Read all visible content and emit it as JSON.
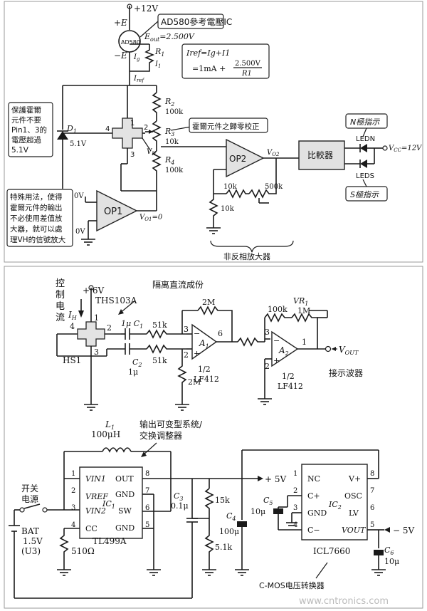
{
  "panel1": {
    "supply_top": "+12V",
    "plus_e": "+E",
    "minus_e": "−E",
    "ic_name": "AD580",
    "ic_callout": "AD580參考電壓IC",
    "eout": "E",
    "eout_sub": "out",
    "eout_val": "=2.500V",
    "ig": "I",
    "ig_sub": "g",
    "i1": "I",
    "i1_sub": "1",
    "iref": "I",
    "iref_sub": "ref",
    "formula_l1": "Iref=Ig+I1",
    "formula_l2a": "=1mA +",
    "formula_num": "2.500V",
    "formula_den": "R1",
    "r1": "R",
    "r1_sub": "1",
    "r2": "R",
    "r2_sub": "2",
    "r2_val": "100k",
    "r3": "R",
    "r3_sub": "3",
    "r3_val": "10k",
    "r4": "R",
    "r4_sub": "4",
    "r4_val": "100k",
    "pin1": "1",
    "pin2": "2",
    "pin3": "3",
    "pin4": "4",
    "d1": "D",
    "d1_sub": "1",
    "d1_val": "5.1V",
    "zener_note": [
      "保護霍爾",
      "元件不要",
      "Pin1、3的",
      "電壓超過",
      "5.1V"
    ],
    "hall_zero": "霍爾元件之歸零校正",
    "vh": "V",
    "vh_sub": "H",
    "op2": "OP2",
    "vo2": "V",
    "vo2_sub": "O2",
    "comparator": "比較器",
    "n_pole": "N極指示",
    "s_pole": "S極指示",
    "ledn": "LEDN",
    "leds": "LEDS",
    "vcc": "V",
    "vcc_sub": "CC",
    "vcc_val": "=12V",
    "r_10k_a": "10k",
    "r_500k": "500k",
    "r_10k_b": "10k",
    "noninv_amp": "非反相放大器",
    "op1": "OP1",
    "zero_v_a": "0V",
    "zero_v_b": "0V",
    "vo1": "V",
    "vo1_sub": "O1",
    "vo1_val": "=0",
    "special_note": [
      "特殊用法，使得",
      "霍爾元件的輸出",
      "不必使用差值放",
      "大器，就可以處",
      "理VH的信號放大"
    ]
  },
  "panel2": {
    "control_current": [
      "控",
      "制",
      "电",
      "流"
    ],
    "ih": "I",
    "ih_sub": "H",
    "plus6v": "+ 6V",
    "ths": "THS103A",
    "isolate": "隔离直流成份",
    "hs1": "HS1",
    "c1": "1μ C",
    "c1_sub": "1",
    "c2": "C",
    "c2_sub": "2",
    "c2_val": "1μ",
    "r51k_a": "51k",
    "r51k_b": "51k",
    "r2m_a": "2M",
    "r2m_b": "2M",
    "a1": "A",
    "a1_sub": "1",
    "half1": "1/2",
    "lf1": "LF412",
    "r100k": "100k",
    "vr1": "VR",
    "vr1_sub": "1",
    "vr1_val": "1M",
    "a2": "A",
    "a2_sub": "2",
    "half2": "1/2",
    "lf2": "LF412",
    "vout": "V",
    "vout_sub": "OUT",
    "scope": "接示波器",
    "pins": [
      "4",
      "1",
      "2",
      "3",
      "3",
      "2",
      "6",
      "3",
      "2",
      "1"
    ]
  },
  "panel3": {
    "l1": "L",
    "l1_sub": "1",
    "l1_val": "100μH",
    "switcher": [
      "输出可变型系统/",
      "交换调整器"
    ],
    "switch_label": [
      "开关",
      "电源"
    ],
    "bat": "BAT",
    "bat_v": "1.5V",
    "bat_u": "(U3)",
    "ic1_pins_l": [
      "VIN1",
      "VREF",
      "VIN2",
      "CC"
    ],
    "ic1_pins_r": [
      "OUT",
      "GND",
      "SW",
      "GND"
    ],
    "ic1_nums_l": [
      "1",
      "2",
      "3",
      "4"
    ],
    "ic1_nums_r": [
      "8",
      "7",
      "6",
      "5"
    ],
    "ic1": "IC",
    "ic1_sub": "1",
    "r510": "510Ω",
    "tl": "TL499A",
    "c3": "C",
    "c3_sub": "3",
    "c3_val": "0.1μ",
    "r15k": "15k",
    "r51k": "5.1k",
    "c4": "C",
    "c4_sub": "4",
    "c4_val": "100μ",
    "plus5v": "+ 5V",
    "c5": "C",
    "c5_sub": "5",
    "c5_val": "10μ",
    "ic2_pins_l": [
      "NC",
      "C+",
      "GND",
      "C−"
    ],
    "ic2_pins_r": [
      "V+",
      "OSC",
      "LV",
      "VOUT"
    ],
    "ic2_nums_l": [
      "1",
      "2",
      "3",
      "4"
    ],
    "ic2_nums_r": [
      "8",
      "7",
      "6",
      "5"
    ],
    "ic2": "IC",
    "ic2_sub": "2",
    "minus5v": "− 5V",
    "c6": "C",
    "c6_sub": "6",
    "c6_val": "10μ",
    "icl": "ICL7660",
    "cmos": "C-MOS电压转换器"
  },
  "watermark": "www.cntronics.com"
}
